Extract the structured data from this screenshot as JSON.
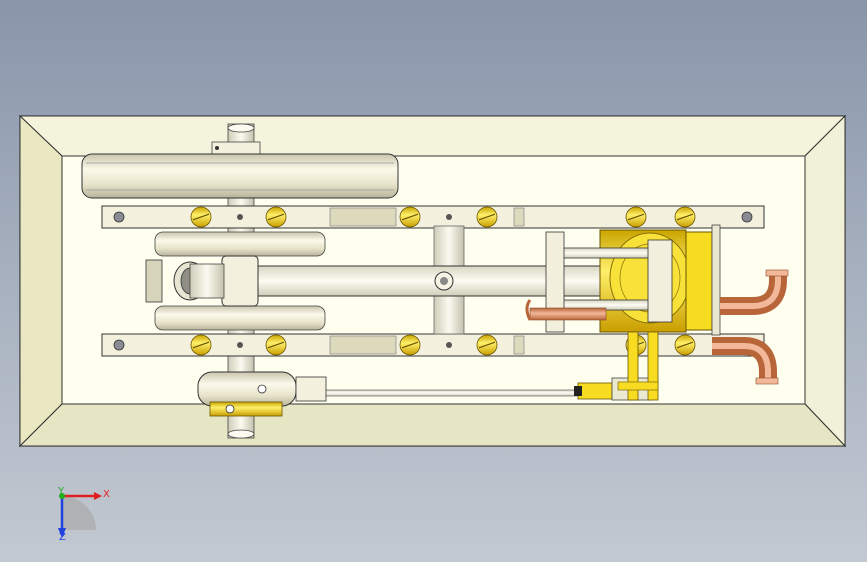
{
  "viewport": {
    "background_top": "#8996aa",
    "background_bottom": "#c3c9d2"
  },
  "model": {
    "tray_floor_color": "#ffffe6",
    "tray_wall_color": "#ececc8",
    "brass_color": "#f2d21a",
    "copper_color": "#d98a5a",
    "steel_color": "#e3e1d3",
    "part_color": "#f1efdd"
  },
  "triad": {
    "x_label": "X",
    "y_label": "Y",
    "z_label": "Z",
    "x_color": "#e02020",
    "y_color": "#20b020",
    "z_color": "#2040e0"
  }
}
